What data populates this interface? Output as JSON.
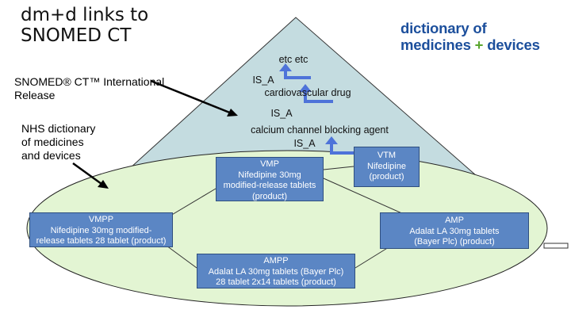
{
  "title_lines": [
    "dm+d links to",
    "SNOMED CT"
  ],
  "brand": {
    "line1": "dictionary of",
    "line2a": "medicines",
    "plus": "+",
    "line2b": "devices"
  },
  "labels": {
    "snomed_line1": "SNOMED® CT™ International",
    "snomed_line2": "Release",
    "nhs_line1": "NHS dictionary",
    "nhs_line2": "of medicines",
    "nhs_line3": "and devices"
  },
  "hierarchy": {
    "etc": "etc etc",
    "is_a_1": "IS_A",
    "cardio": "cardiovascular drug",
    "is_a_2": "IS_A",
    "calcium": "calcium channel blocking agent",
    "is_a_3": "IS_A"
  },
  "boxes": {
    "vmp": [
      "VMP",
      "Nifedipine 30mg",
      "modified-release tablets",
      "(product)"
    ],
    "vtm": [
      "VTM",
      "Nifedipine",
      "(product)"
    ],
    "vmpp": [
      "VMPP",
      "Nifedipine 30mg modified-",
      "release tablets 28 tablet (product)"
    ],
    "amp": [
      "AMP",
      "Adalat LA 30mg tablets",
      "(Bayer Plc) (product)"
    ],
    "ampp": [
      "AMPP",
      "Adalat LA 30mg tablets (Bayer Plc)",
      "28 tablet 2x14 tablets (product)"
    ]
  },
  "colors": {
    "triangle": "#c4dce0",
    "ellipse": "#e3f5d3",
    "box": "#5b86c4",
    "arrow_blue": "#4e73d9",
    "brand": "#1c4f9c",
    "brand_plus": "#5aa62e"
  }
}
